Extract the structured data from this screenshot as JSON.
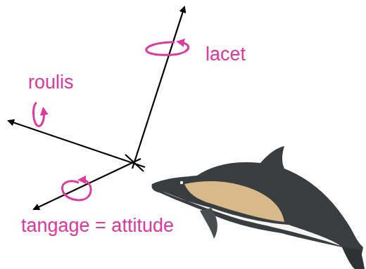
{
  "diagram": {
    "labels": [
      "lacet",
      "roulis",
      "tangage = attitude"
    ]
  }
}
